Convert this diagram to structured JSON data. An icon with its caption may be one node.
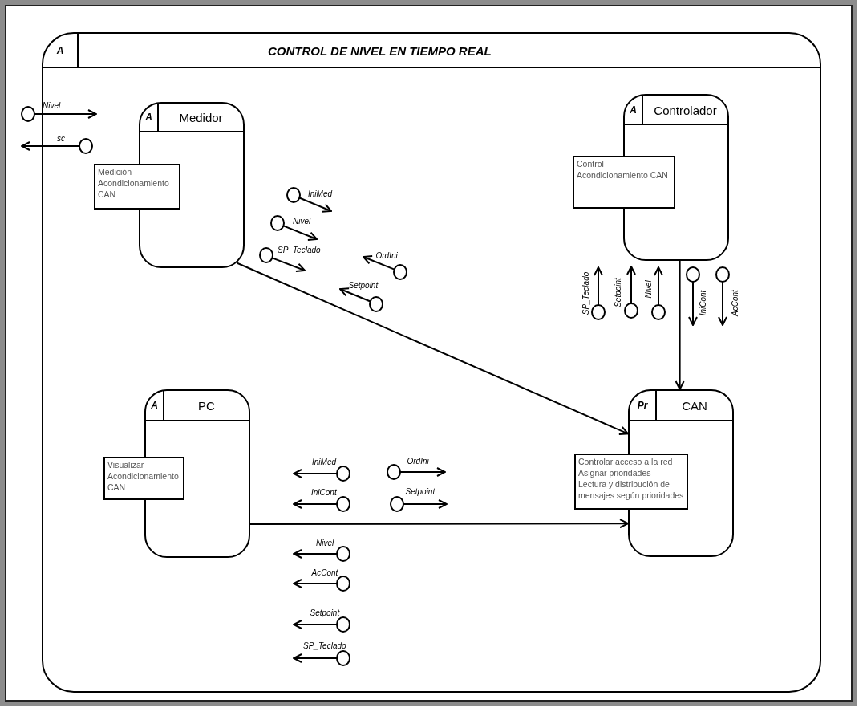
{
  "diagram": {
    "nodes": [
      {
        "text": [
          "A",
          "CONTROL DE NIVEL EN TIEMPO REAL"
        ]
      },
      {
        "text": [
          "A",
          "Medidor"
        ],
        "in": 0
      },
      {
        "text": [
          "Medición Acondicionamiento CAN"
        ],
        "in": 0
      },
      {
        "text": [
          "A",
          "Controlador"
        ],
        "in": 0
      },
      {
        "text": [
          "Control Acondicionamiento CAN"
        ],
        "in": 0
      },
      {
        "text": [
          "A",
          "PC"
        ],
        "in": 0
      },
      {
        "text": [
          "Visualizar Acondicionamiento CAN"
        ],
        "in": 0
      },
      {
        "text": [
          "Pr",
          "CAN"
        ],
        "in": 0
      },
      {
        "text": [
          "Controlar acceso a la red",
          "Asignar prioridades",
          "Lectura y distribución de mensajes según prioridades"
        ],
        "in": 0
      }
    ],
    "edges": [
      {
        "from": 1,
        "to": 7,
        "arrow": "to"
      },
      {
        "from": 3,
        "to": 7,
        "arrow": "to"
      },
      {
        "from": 5,
        "to": 7,
        "arrow": "to"
      }
    ],
    "labels": [
      "Nivel",
      "sc",
      "IniMed",
      "Nivel",
      "SP_Teclado",
      "OrdIni",
      "Setpoint",
      "SP_Teclado",
      "Setpoint",
      "Nivel",
      "IniCont",
      "AcCont",
      "IniMed",
      "IniCont",
      "OrdIni",
      "Setpoint",
      "Nivel",
      "AcCont",
      "Setpoint",
      "SP_Teclado"
    ]
  }
}
